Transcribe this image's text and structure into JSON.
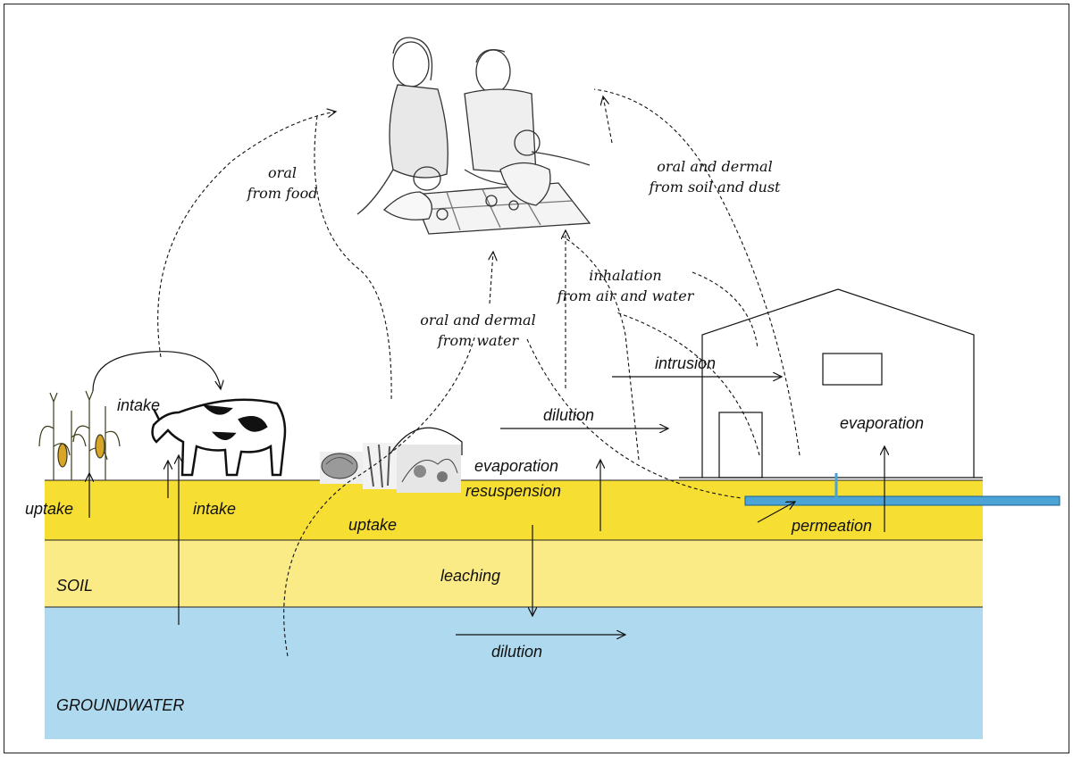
{
  "layers": {
    "soil": "SOIL",
    "groundwater": "GROUNDWATER"
  },
  "pathways": {
    "oral_food_1": "oral",
    "oral_food_2": "from food",
    "oral_water_1": "oral and dermal",
    "oral_water_2": "from water",
    "inhalation_1": "inhalation",
    "inhalation_2": "from air and water",
    "oral_soil_1": "oral and dermal",
    "oral_soil_2": "from soil and dust"
  },
  "processes": {
    "intake_top": "intake",
    "intake_soil": "intake",
    "uptake_left": "uptake",
    "uptake_mid": "uptake",
    "evaporation_ground": "evaporation",
    "resuspension": "resuspension",
    "leaching": "leaching",
    "dilution_gw": "dilution",
    "dilution_air": "dilution",
    "intrusion": "intrusion",
    "evaporation_house": "evaporation",
    "permeation": "permeation"
  },
  "colors": {
    "topsoil": "#f7de33",
    "soil": "#fbeb86",
    "groundwater": "#aed9ee",
    "pipe": "#4ba3d6"
  },
  "icons": [
    "family-picnic-illustration",
    "corn-plant-icon",
    "cow-icon",
    "vegetables-icon",
    "house-icon",
    "water-pipe-icon"
  ]
}
